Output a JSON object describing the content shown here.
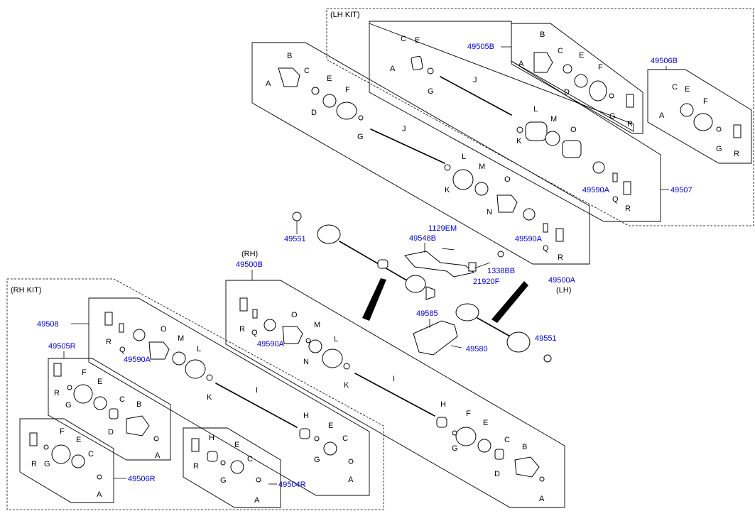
{
  "kits": {
    "lh": "(LH KIT)",
    "rh": "(RH KIT)"
  },
  "sides": {
    "rh": "(RH)",
    "lh": "(LH)"
  },
  "part_numbers": {
    "p49505B": "49505B",
    "p49506B": "49506B",
    "p49507": "49507",
    "p49500A": "49500A",
    "p49500B": "49500B",
    "p49508": "49508",
    "p49505R": "49505R",
    "p49506R": "49506R",
    "p49504R": "49504R",
    "p49551": "49551",
    "p1129EM": "1129EM",
    "p49548B": "49548B",
    "p1338BB": "1338BB",
    "p21920F": "21920F",
    "p49585": "49585",
    "p49580": "49580",
    "p49590A": "49590A"
  },
  "letters": {
    "A": "A",
    "B": "B",
    "C": "C",
    "D": "D",
    "E": "E",
    "F": "F",
    "G": "G",
    "H": "H",
    "I": "I",
    "J": "J",
    "K": "K",
    "L": "L",
    "M": "M",
    "N": "N",
    "O": "O",
    "Q": "Q",
    "R": "R"
  },
  "colors": {
    "link": "#0000cc",
    "line": "#000000",
    "background": "#ffffff"
  }
}
